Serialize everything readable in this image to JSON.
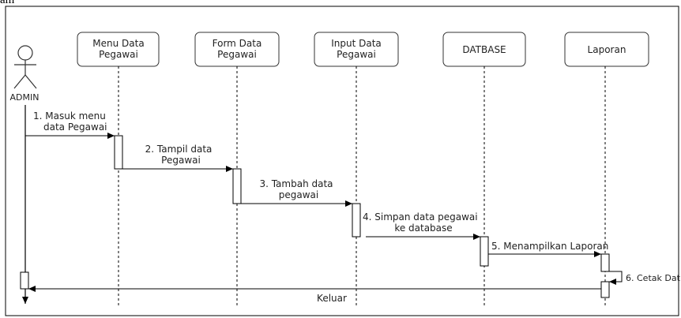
{
  "top_cropped_text": "am",
  "actor": {
    "label": "ADMIN"
  },
  "lifelines": [
    {
      "id": "menu",
      "label_line1": "Menu Data",
      "label_line2": "Pegawai"
    },
    {
      "id": "form",
      "label_line1": "Form Data",
      "label_line2": "Pegawai"
    },
    {
      "id": "input",
      "label_line1": "Input Data",
      "label_line2": "Pegawai"
    },
    {
      "id": "db",
      "label_line1": "DATBASE",
      "label_line2": ""
    },
    {
      "id": "laporan",
      "label_line1": "Laporan",
      "label_line2": ""
    }
  ],
  "messages": [
    {
      "line1": "1. Masuk menu",
      "line2": "data Pegawai"
    },
    {
      "line1": "2. Tampil data",
      "line2": "Pegawai"
    },
    {
      "line1": "3. Tambah data",
      "line2": "pegawai"
    },
    {
      "line1": "4. Simpan data pegawai",
      "line2": "ke database"
    },
    {
      "line1": "5. Menampilkan Laporan",
      "line2": ""
    },
    {
      "line1": "6. Cetak Dat",
      "line2": ""
    },
    {
      "line1": "Keluar",
      "line2": ""
    }
  ]
}
